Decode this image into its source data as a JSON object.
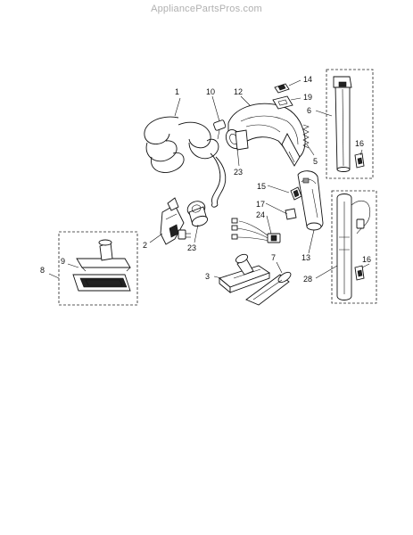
{
  "watermark": "AppliancePartsPros.com",
  "labels": {
    "p1": "1",
    "p10": "10",
    "p12": "12",
    "p14": "14",
    "p19": "19",
    "p6": "6",
    "p16a": "16",
    "p5": "5",
    "p23a": "23",
    "p15": "15",
    "p17": "17",
    "p24": "24",
    "p2": "2",
    "p23b": "23",
    "p13": "13",
    "p3": "3",
    "p7": "7",
    "p28": "28",
    "p16b": "16",
    "p8": "8",
    "p9": "9"
  }
}
